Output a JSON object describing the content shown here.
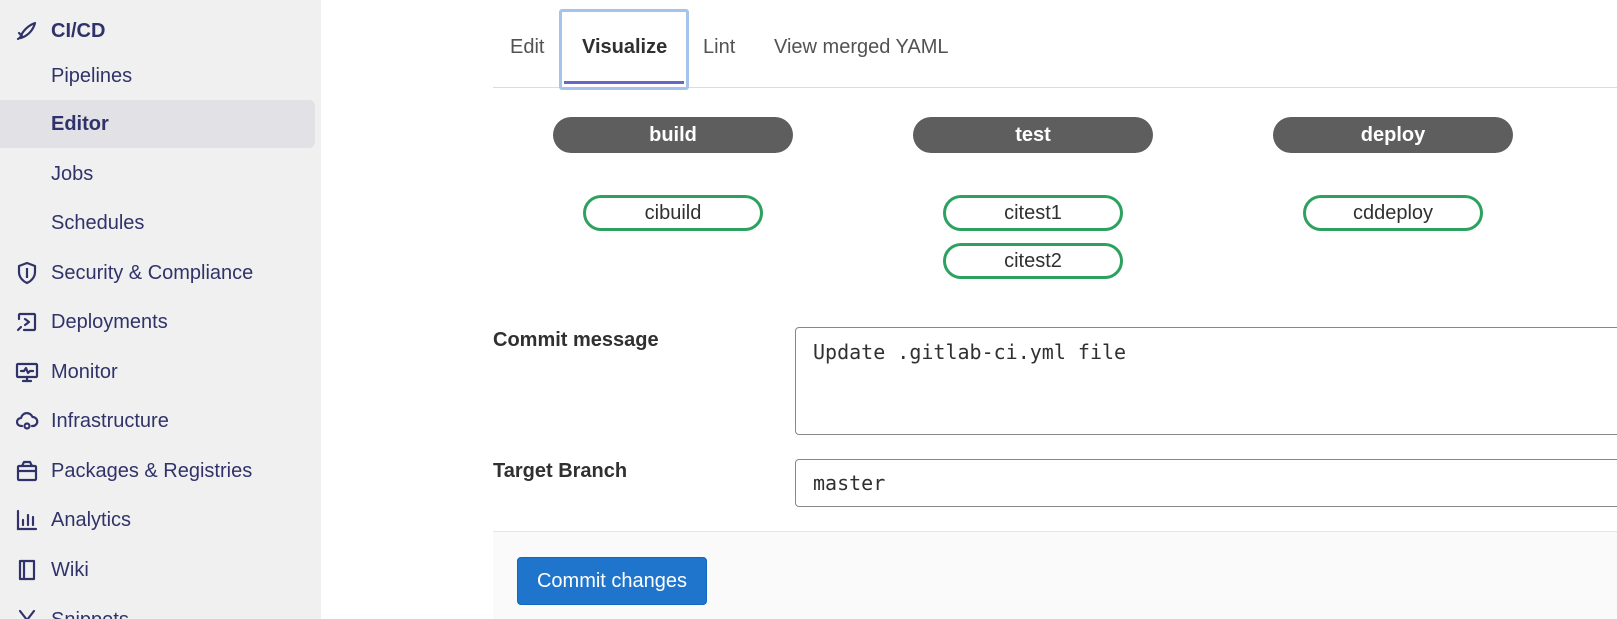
{
  "sidebar": {
    "section": {
      "label": "CI/CD",
      "icon": "rocket-icon"
    },
    "sub_items": [
      {
        "label": "Pipelines"
      },
      {
        "label": "Editor",
        "active": true
      },
      {
        "label": "Jobs"
      },
      {
        "label": "Schedules"
      }
    ],
    "items": [
      {
        "label": "Security & Compliance",
        "icon": "shield-icon"
      },
      {
        "label": "Deployments",
        "icon": "deployments-icon"
      },
      {
        "label": "Monitor",
        "icon": "monitor-icon"
      },
      {
        "label": "Infrastructure",
        "icon": "cloud-gear-icon"
      },
      {
        "label": "Packages & Registries",
        "icon": "package-icon"
      },
      {
        "label": "Analytics",
        "icon": "chart-icon"
      },
      {
        "label": "Wiki",
        "icon": "book-icon"
      },
      {
        "label": "Snippets",
        "icon": "scissors-icon"
      }
    ]
  },
  "tabs": [
    {
      "label": "Edit"
    },
    {
      "label": "Visualize",
      "active": true
    },
    {
      "label": "Lint"
    },
    {
      "label": "View merged YAML"
    }
  ],
  "pipeline": {
    "stages": [
      {
        "name": "build",
        "jobs": [
          "cibuild"
        ]
      },
      {
        "name": "test",
        "jobs": [
          "citest1",
          "citest2"
        ]
      },
      {
        "name": "deploy",
        "jobs": [
          "cddeploy"
        ]
      }
    ],
    "colors": {
      "stage": "#5e5e5e",
      "job_border": "#2da160"
    }
  },
  "form": {
    "commit_message_label": "Commit message",
    "commit_message_value": "Update .gitlab-ci.yml file",
    "target_branch_label": "Target Branch",
    "target_branch_value": "master",
    "commit_button": "Commit changes"
  },
  "colors": {
    "accent": "#1f75cb",
    "nav_text": "#303369",
    "sidebar_bg": "#f0f0f0"
  }
}
